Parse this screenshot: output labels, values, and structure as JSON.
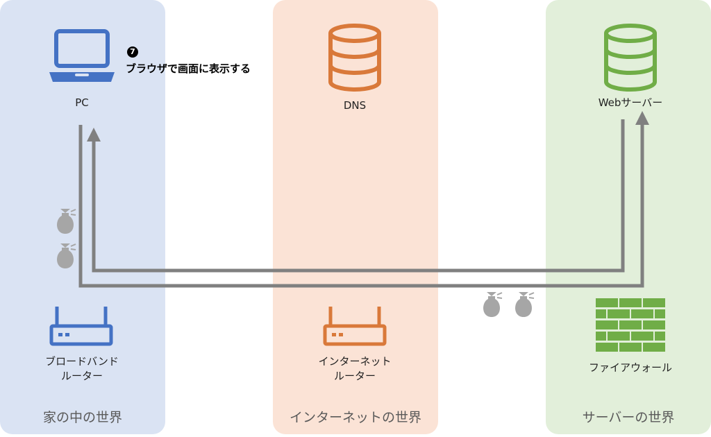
{
  "zones": {
    "home": {
      "title": "家の中の世界"
    },
    "internet": {
      "title": "インターネットの世界"
    },
    "server": {
      "title": "サーバーの世界"
    }
  },
  "nodes": {
    "pc": {
      "label": "PC",
      "icon": "laptop-icon",
      "color": "#4472c4"
    },
    "dns": {
      "label": "DNS",
      "icon": "database-icon",
      "color": "#d9793a"
    },
    "web_server": {
      "label": "Webサーバー",
      "icon": "database-icon",
      "color": "#70ad47"
    },
    "broadband_router": {
      "label_line1": "ブロードバンド",
      "label_line2": "ルーター",
      "icon": "router-icon",
      "color": "#4472c4"
    },
    "internet_router": {
      "label_line1": "インターネット",
      "label_line2": "ルーター",
      "icon": "router-icon",
      "color": "#d9793a"
    },
    "firewall": {
      "label": "ファイアウォール",
      "icon": "brick-wall-icon",
      "color": "#70ad47"
    }
  },
  "step": {
    "number": "7",
    "text": "ブラウザで画面に表示する"
  },
  "colors": {
    "arrow": "#808080",
    "bag": "#a6a6a6"
  }
}
